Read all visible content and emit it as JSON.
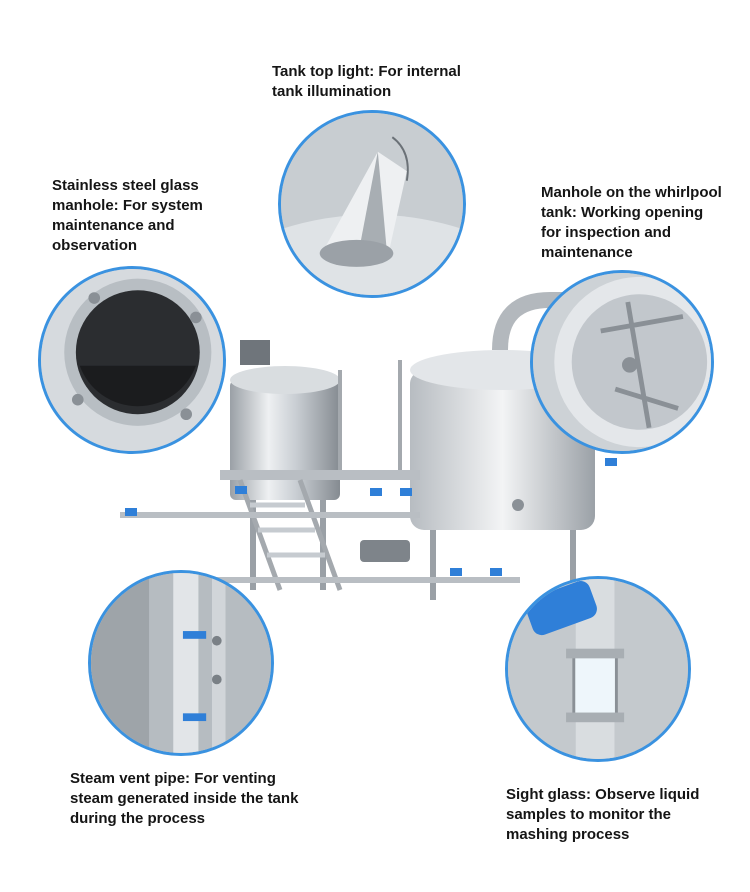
{
  "callouts": {
    "tank_top_light": {
      "lines": [
        "Tank top light: For internal",
        "tank illumination"
      ]
    },
    "glass_manhole": {
      "lines": [
        "Stainless steel glass",
        "manhole: For system",
        "maintenance and",
        "observation"
      ]
    },
    "whirlpool_manhole": {
      "lines": [
        "Manhole on the whirlpool",
        "tank: Working opening",
        "for inspection and",
        "maintenance"
      ]
    },
    "steam_vent": {
      "lines": [
        "Steam vent pipe: For venting",
        "steam generated inside the tank",
        "during the process"
      ]
    },
    "sight_glass": {
      "lines": [
        "Sight glass: Observe liquid",
        "samples to monitor the",
        "mashing process"
      ]
    }
  },
  "colors": {
    "circle_border": "#3a92e0",
    "valve_blue": "#2f7fd8",
    "steel_light": "#e4e7ea",
    "steel_dark": "#8a9096"
  }
}
